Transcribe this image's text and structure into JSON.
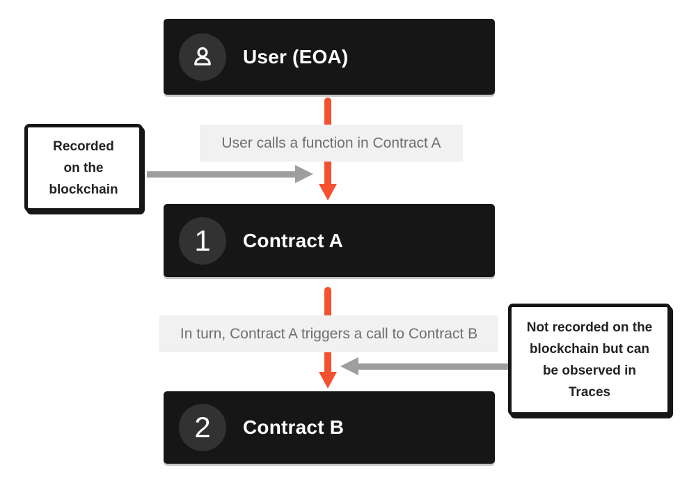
{
  "diagram": {
    "title_hint": "EOA to contract call flow",
    "colors": {
      "node_background": "#161616",
      "badge_background": "#323232",
      "node_text": "#ffffff",
      "call_arrow_orange": "#f5502f",
      "pointer_arrow_gray": "#9e9e9e",
      "edge_label_background": "#f1f1f1",
      "edge_label_text": "#6f6f6f",
      "note_border": "#161616",
      "note_text": "#222222",
      "node_underline": "#c8c8c8",
      "page_background": "#ffffff"
    }
  },
  "nodes": [
    {
      "id": "user-eoa",
      "title": "User (EOA)",
      "badge": "person-icon"
    },
    {
      "id": "contract-a",
      "title": "Contract A",
      "badge": "1"
    },
    {
      "id": "contract-b",
      "title": "Contract B",
      "badge": "2"
    }
  ],
  "edge_labels": [
    {
      "from": "user-eoa",
      "to": "contract-a",
      "text": "User calls a function in Contract A"
    },
    {
      "from": "contract-a",
      "to": "contract-b",
      "text": "In turn, Contract A triggers a call to Contract B"
    }
  ],
  "annotations": [
    {
      "side": "left",
      "text": "Recorded on the blockchain",
      "lines": [
        "Recorded",
        "on the",
        "blockchain"
      ],
      "points_to": "call user to Contract A"
    },
    {
      "side": "right",
      "text": "Not recorded on the blockchain but can be observed in Traces",
      "lines": [
        "Not recorded on the",
        "blockchain but can",
        "be observed in",
        "Traces"
      ],
      "points_to": "call Contract A to Contract B"
    }
  ]
}
